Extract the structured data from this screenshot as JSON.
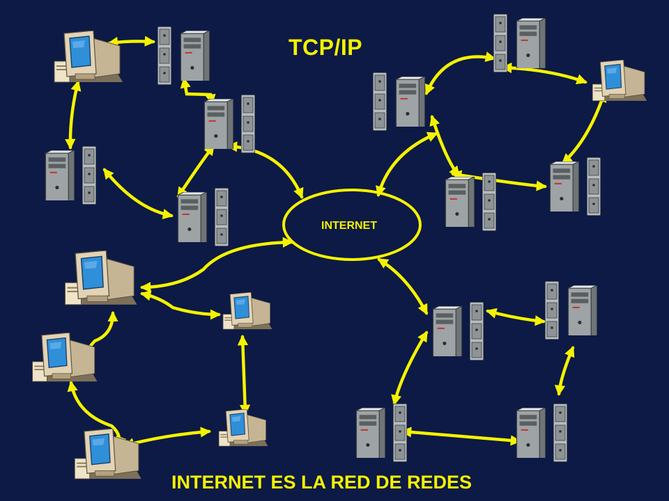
{
  "title": "TCP/IP",
  "cloud": {
    "label": "INTERNET"
  },
  "caption": "INTERNET ES LA RED DE REDES",
  "colors": {
    "background": "#0c1a45",
    "accent": "#f5f200",
    "tower": "#9ea3a6",
    "screen": "#2f8fd9",
    "monitor_case": "#e2d3b4"
  },
  "devices": [
    {
      "id": "tl-pc",
      "kind": "computer"
    },
    {
      "id": "tl-server",
      "kind": "server"
    },
    {
      "id": "tl-server-mid",
      "kind": "server"
    },
    {
      "id": "tl-server-left",
      "kind": "server"
    },
    {
      "id": "tl-server-low",
      "kind": "server"
    },
    {
      "id": "tr-server-top",
      "kind": "server"
    },
    {
      "id": "tr-server-left",
      "kind": "server"
    },
    {
      "id": "tr-pc",
      "kind": "computer"
    },
    {
      "id": "tr-server-mid",
      "kind": "server"
    },
    {
      "id": "tr-server-right",
      "kind": "server"
    },
    {
      "id": "bl-pc-top",
      "kind": "computer"
    },
    {
      "id": "bl-pc-right",
      "kind": "computer"
    },
    {
      "id": "bl-pc-left",
      "kind": "computer"
    },
    {
      "id": "bl-pc-bottom",
      "kind": "computer"
    },
    {
      "id": "bl-pc-bottom-right",
      "kind": "computer"
    },
    {
      "id": "br-server-top",
      "kind": "server"
    },
    {
      "id": "br-server-right",
      "kind": "server"
    },
    {
      "id": "br-server-left",
      "kind": "server"
    },
    {
      "id": "br-server-bottom",
      "kind": "server"
    }
  ]
}
